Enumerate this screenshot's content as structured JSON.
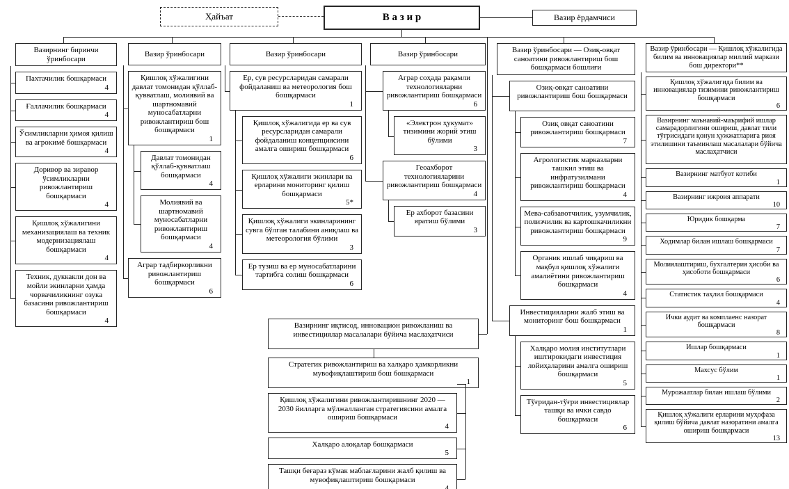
{
  "top": {
    "collegium": "Ҳайъат",
    "minister": "В а з и р",
    "assistant": "Вазир ёрдамчиси"
  },
  "columns": [
    {
      "header": "Вазирнинг биринчи ўринбосари",
      "boxes": [
        {
          "text": "Пахтачилик бошқармаси",
          "count": "4",
          "indent": 0
        },
        {
          "text": "Ғаллачилик бошқармаси",
          "count": "4",
          "indent": 0
        },
        {
          "text": "Ўсимликларни ҳимоя қилиш ва агрокимё бошқармаси",
          "count": "4",
          "indent": 0
        },
        {
          "text": "Доривор ва зиравор ўсимликларни ривожлантириш бошқармаси",
          "count": "4",
          "indent": 0
        },
        {
          "text": "Қишлоқ хўжалигини механизациялаш ва техник модернизациялаш бошқармаси",
          "count": "4",
          "indent": 0
        },
        {
          "text": "Техник, дуккакли дон ва мойли экинларни ҳамда чорвачиликнинг озука базасини ривожлантириш бошқармаси",
          "count": "4",
          "indent": 0
        }
      ]
    },
    {
      "header": "Вазир ўринбосари",
      "boxes": [
        {
          "text": "Қишлоқ хўжалигини давлат томонидан қўллаб-қувватлаш, молиявий ва шартномавий муносабатларни ривожлантириш бош бошқармаси",
          "count": "1",
          "indent": 0
        },
        {
          "text": "Давлат томонидан қўллаб-қувватлаш бошқармаси",
          "count": "4",
          "indent": 1
        },
        {
          "text": "Молиявий ва шартномавий муносабатларни ривожлантириш бошқармаси",
          "count": "4",
          "indent": 1
        },
        {
          "text": "Аграр тадбиркорликни ривожлантириш бошқармаси",
          "count": "6",
          "indent": 0
        }
      ]
    },
    {
      "header": "Вазир ўринбосари",
      "boxes": [
        {
          "text": "Ер, сув ресурсларидан самарали фойдаланиш ва метеорология бош бошқармаси",
          "count": "1",
          "indent": 0
        },
        {
          "text": "Қишлоқ хўжалигида ер ва сув ресурсларидан самарали фойдаланиш концепциясини амалга ошириш бошқармаси",
          "count": "6",
          "indent": 1
        },
        {
          "text": "Қишлоқ хўжалиги экинлари ва ерларини мониторинг қилиш бошқармаси",
          "count": "5*",
          "indent": 1
        },
        {
          "text": "Қишлоқ хўжалиги экинларининг сувга бўлган талабини аниқлаш ва метеорология бўлими",
          "count": "3",
          "indent": 1
        },
        {
          "text": "Ер тузиш ва ер муносабатларини тартибга солиш бошқармаси",
          "count": "6",
          "indent": 1
        }
      ]
    },
    {
      "header": "Вазир ўринбосари",
      "boxes": [
        {
          "text": "Аграр соҳада рақамли технологияларни ривожлантириш бошқармаси",
          "count": "6",
          "indent": 1
        },
        {
          "text": "«Электрон ҳукумат» тизимини жорий этиш бўлими",
          "count": "3",
          "indent": 2
        },
        {
          "text": "Геоахборот технологияларини ривожлантириш бошқармаси",
          "count": "4",
          "indent": 1
        },
        {
          "text": "Ер ахборот базасини яратиш бўлими",
          "count": "3",
          "indent": 2
        }
      ]
    },
    {
      "header": "Вазир ўринбосари — Озиқ-овқат саноатини ривожлантириш бош бошқармаси бошлиғи",
      "boxes": [
        {
          "text": "Озиқ-овқат саноатини ривожлантириш бош бошқармаси",
          "count": "",
          "indent": 1
        },
        {
          "text": "Озиқ овқат саноатини ривожлантириш бошқармаси",
          "count": "7",
          "indent": 2
        },
        {
          "text": "Агрологистик марказларни ташкил этиш ва инфратузилмани ривожлантириш бошқармаси",
          "count": "4",
          "indent": 2
        },
        {
          "text": "Мева-сабзавотчилик, узумчилик, полизчилик ва картошкачиликни ривожлантириш бошқармаси",
          "count": "9",
          "indent": 2
        },
        {
          "text": "Органик ишлаб чиқариш ва мақбул қишлоқ хўжалиги амалиётини ривожлантириш бошқармаси",
          "count": "4",
          "indent": 2
        },
        {
          "text": "Инвестицияларни жалб этиш ва мониторинг бош бошқармаси",
          "count": "1",
          "indent": 1
        },
        {
          "text": "Халқаро молия институтлари иштирокидаги инвестиция лойиҳаларини амалга ошириш бошқармаси",
          "count": "5",
          "indent": 2
        },
        {
          "text": "Тўғридан-тўғри инвестициялар ташқи ва ички савдо бошқармаси",
          "count": "6",
          "indent": 2
        }
      ]
    },
    {
      "header": "Вазир ўринбосари — Қишлоқ хўжалигида билим ва инновациялар миллий маркази бош директори**",
      "boxes": [
        {
          "text": "Қишлоқ хўжалигида билим ва инновациялар тизимини ривожлантириш бошқармаси",
          "count": "6",
          "indent": 0
        },
        {
          "text": "Вазирнинг маънавий-маърифий ишлар самарадорлигини ошириш, давлат тили тўғрисидаги қонун ҳужжатларига риоя этилишини таъминлаш масалалари бўйича маслаҳатчиси",
          "count": "",
          "indent": 0
        },
        {
          "text": "Вазирнинг матбуот котиби",
          "count": "1",
          "indent": 0
        },
        {
          "text": "Вазирнинг ижроия аппарати",
          "count": "10",
          "indent": 0
        },
        {
          "text": "Юридик бошқарма",
          "count": "7",
          "indent": 0
        },
        {
          "text": "Ходимлар билан ишлаш бошқармаси",
          "count": "7",
          "indent": 0
        },
        {
          "text": "Молиялаштириш, бухгалтерия ҳисоби ва ҳисоботи бошқармаси",
          "count": "6",
          "indent": 0
        },
        {
          "text": "Статистик таҳлил бошқармаси",
          "count": "4",
          "indent": 0
        },
        {
          "text": "Ички аудит ва комплаенс назорат бошқармаси",
          "count": "8",
          "indent": 0
        },
        {
          "text": "Ишлар бошқармаси",
          "count": "1",
          "indent": 0
        },
        {
          "text": "Махсус бўлим",
          "count": "1",
          "indent": 0
        },
        {
          "text": "Мурожаатлар билан ишлаш бўлими",
          "count": "2",
          "indent": 0
        },
        {
          "text": "Қишлоқ хўжалиги ерларини муҳофаза қилиш бўйича давлат назоратини амалга ошириш бошқармаси",
          "count": "13",
          "indent": 0
        }
      ]
    }
  ],
  "advisor_cluster": {
    "advisor": {
      "text": "Вазирнинг иқтисод, инновацион ривожланиш ва инвестициялар масалалари бўйича маслаҳатчиси",
      "count": ""
    },
    "head_office": {
      "text": "Стратегик ривожлантириш ва халқаро ҳамкорликни мувофиқлаштириш бош бошқармаси",
      "count": "1"
    },
    "sub_boxes": [
      {
        "text": "Қишлоқ хўжалигини ривожлантиришнинг 2020 — 2030 йилларга мўлжалланган стратегиясини амалга ошириш бошқармаси",
        "count": "4"
      },
      {
        "text": "Халқаро алоқалар бошқармаси",
        "count": "5"
      },
      {
        "text": "Ташқи беғараз кўмак маблағларини жалб қилиш ва мувофиқлаштириш бошқармаси",
        "count": "4"
      }
    ]
  }
}
